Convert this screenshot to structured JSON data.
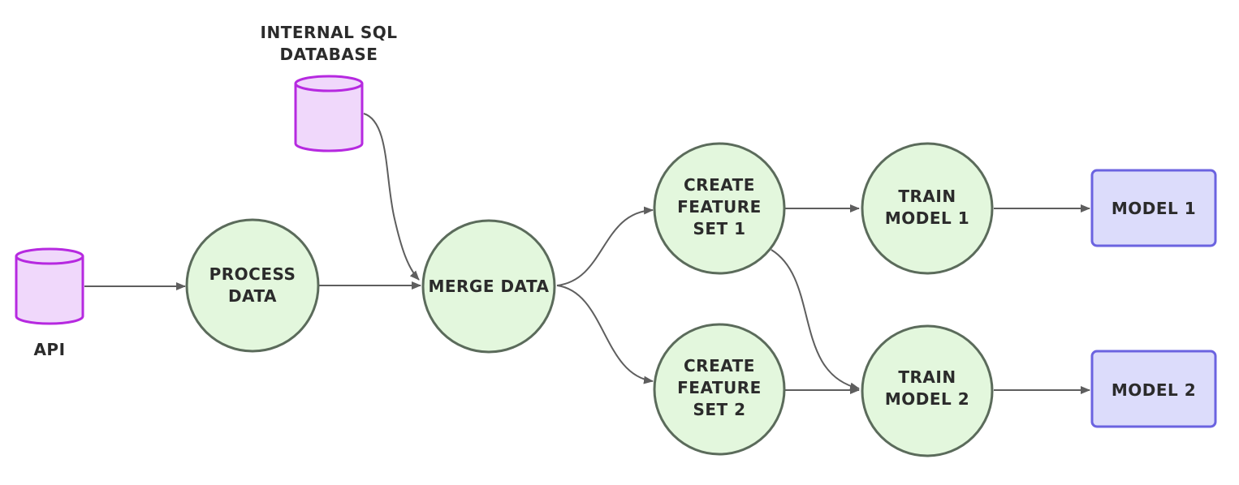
{
  "diagram": {
    "nodes": {
      "api": {
        "label": "API",
        "shape": "database"
      },
      "sql_db": {
        "label_line1": "INTERNAL SQL",
        "label_line2": "DATABASE",
        "shape": "database"
      },
      "process_data": {
        "label_line1": "PROCESS",
        "label_line2": "DATA",
        "shape": "circle"
      },
      "merge_data": {
        "label": "MERGE DATA",
        "shape": "circle"
      },
      "create_feature_1": {
        "label_line1": "CREATE",
        "label_line2": "FEATURE",
        "label_line3": "SET 1",
        "shape": "circle"
      },
      "create_feature_2": {
        "label_line1": "CREATE",
        "label_line2": "FEATURE",
        "label_line3": "SET 2",
        "shape": "circle"
      },
      "train_model_1": {
        "label_line1": "TRAIN",
        "label_line2": "MODEL 1",
        "shape": "circle"
      },
      "train_model_2": {
        "label_line1": "TRAIN",
        "label_line2": "MODEL 2",
        "shape": "circle"
      },
      "model_1": {
        "label": "MODEL 1",
        "shape": "rounded-rect"
      },
      "model_2": {
        "label": "MODEL 2",
        "shape": "rounded-rect"
      }
    },
    "edges": [
      {
        "from": "api",
        "to": "process_data"
      },
      {
        "from": "process_data",
        "to": "merge_data"
      },
      {
        "from": "sql_db",
        "to": "merge_data"
      },
      {
        "from": "merge_data",
        "to": "create_feature_1"
      },
      {
        "from": "merge_data",
        "to": "create_feature_2"
      },
      {
        "from": "create_feature_1",
        "to": "train_model_1"
      },
      {
        "from": "create_feature_1",
        "to": "train_model_2"
      },
      {
        "from": "create_feature_2",
        "to": "train_model_2"
      },
      {
        "from": "train_model_1",
        "to": "model_1"
      },
      {
        "from": "train_model_2",
        "to": "model_2"
      }
    ],
    "colors": {
      "process_fill": "#e3f7dd",
      "process_stroke": "#5b6b5b",
      "database_fill": "#f0d8fb",
      "database_stroke": "#b629e0",
      "model_fill": "#dcdcfb",
      "model_stroke": "#6b63e0",
      "edge": "#5e5e5e"
    }
  }
}
